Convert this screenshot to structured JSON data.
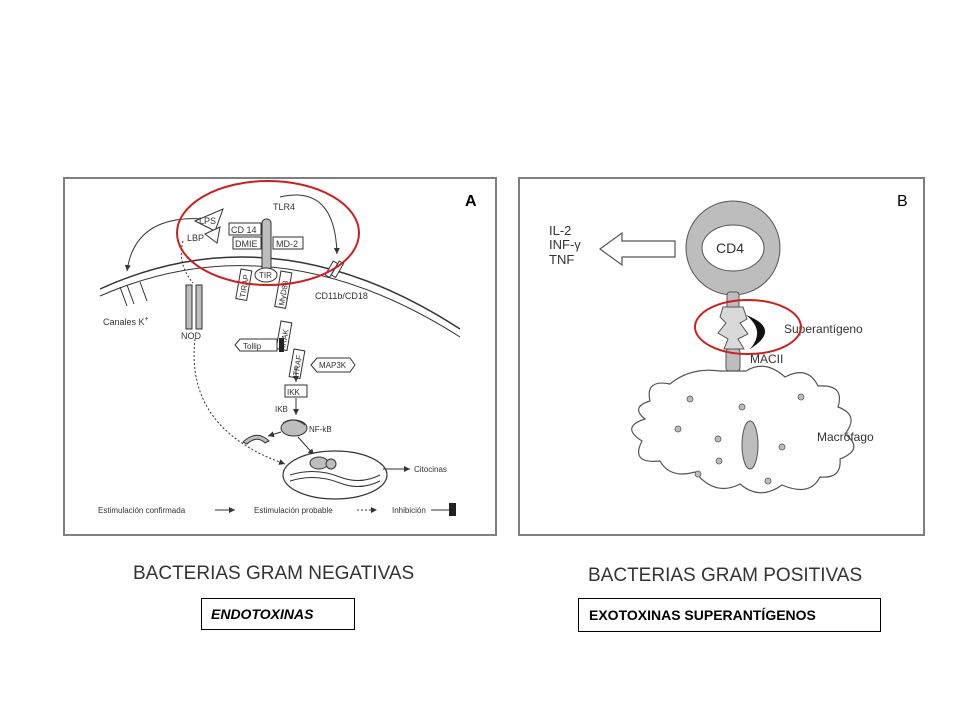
{
  "panel_a": {
    "letter": "A",
    "labels": {
      "lps": "LPS",
      "lbp": "LBP",
      "cd14": "CD 14",
      "tlr4": "TLR4",
      "dmie": "DMIE",
      "md2": "MD-2",
      "tirap": "TIRAP",
      "tir": "TIR",
      "myd88": "MyD88",
      "cd11b": "CD11b/CD18",
      "canales_k": "Canales K",
      "canales_k_sup": "+",
      "nod": "NOD",
      "irak": "IRAK",
      "traf": "TRAF",
      "tollip": "Tollip",
      "map3k": "MAP3K",
      "ikk": "IKK",
      "ikb": "IKB",
      "nfkb": "NF-kB",
      "citocinas": "Citocinas"
    },
    "legend": {
      "confirmed": "Estimulación confirmada",
      "probable": "Estimulación probable",
      "inhibition": "Inhibición"
    }
  },
  "panel_b": {
    "letter": "B",
    "labels": {
      "il2": "IL-2",
      "inf": "INF-γ",
      "tnf": "TNF",
      "cd4": "CD4",
      "superantigeno": "Superantígeno",
      "macii": "MACII",
      "macrofago": "Macrófago"
    }
  },
  "captions": {
    "left": "BACTERIAS GRAM NEGATIVAS",
    "right": "BACTERIAS GRAM POSITIVAS"
  },
  "boxes": {
    "left": "ENDOTOXINAS",
    "right": "EXOTOXINAS SUPERANTÍGENOS"
  },
  "colors": {
    "highlight": "#cc1f1f",
    "border": "#7f7f7f",
    "gray_fill": "#bdbdbd"
  }
}
